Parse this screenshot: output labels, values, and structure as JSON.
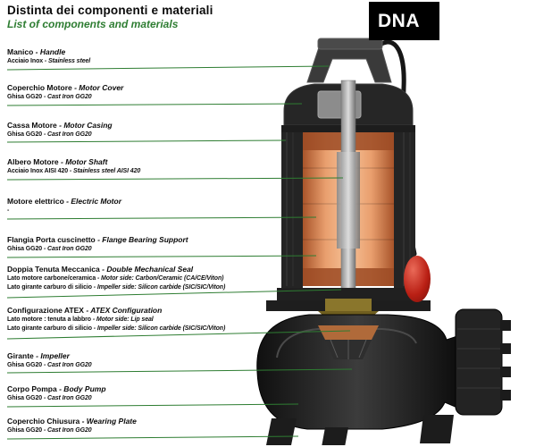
{
  "header": {
    "title": "Distinta dei componenti e materiali",
    "subtitle": "List of components and materials",
    "badge": "DNA"
  },
  "colors": {
    "accent_green": "#2e7d32",
    "badge_bg": "#000000",
    "badge_text": "#ffffff",
    "float_red": "#b91f14"
  },
  "components": [
    {
      "it": "Manico",
      "en": "- Handle",
      "details": [
        {
          "it": "Acciaio Inox",
          "en": "- Stainless steel"
        }
      ]
    },
    {
      "it": "Coperchio Motore",
      "en": "- Motor Cover",
      "details": [
        {
          "it": "Ghisa GG20",
          "en": "- Cast Iron GG20"
        }
      ]
    },
    {
      "it": "Cassa Motore",
      "en": "- Motor Casing",
      "details": [
        {
          "it": "Ghisa GG20",
          "en": "- Cast Iron GG20"
        }
      ]
    },
    {
      "it": "Albero Motore",
      "en": "- Motor Shaft",
      "details": [
        {
          "it": "Acciaio Inox AISI 420",
          "en": "- Stainless steel AISI 420"
        }
      ]
    },
    {
      "it": "Motore elettrico",
      "en": "- Electric Motor",
      "details": [
        {
          "it": "-",
          "en": ""
        }
      ]
    },
    {
      "it": "Flangia Porta cuscinetto",
      "en": "- Flange Bearing Support",
      "details": [
        {
          "it": "Ghisa GG20",
          "en": "- Cast Iron GG20"
        }
      ]
    },
    {
      "it": "Doppia Tenuta Meccanica",
      "en": "- Double Mechanical Seal",
      "details": [
        {
          "it": "Lato motore carbone/ceramica",
          "en": "- Motor side: Carbon/Ceramic (CA/CE/Viton)"
        },
        {
          "it": "Lato girante carburo di silicio",
          "en": "- Impeller side: Silicon carbide (SIC/SIC/Viton)"
        }
      ]
    },
    {
      "it": "Configurazione ATEX",
      "en": "- ATEX Configuration",
      "details": [
        {
          "it": "Lato motore : tenuta a labbro",
          "en": "- Motor side: Lip seal"
        },
        {
          "it": "Lato girante carburo di silicio",
          "en": "- Impeller side: Silicon carbide (SIC/SIC/Viton)"
        }
      ]
    },
    {
      "it": "Girante",
      "en": "- Impeller",
      "details": [
        {
          "it": "Ghisa GG20",
          "en": "- Cast Iron GG20"
        }
      ]
    },
    {
      "it": "Corpo Pompa",
      "en": "- Body Pump",
      "details": [
        {
          "it": "Ghisa GG20",
          "en": "- Cast Iron GG20"
        }
      ]
    },
    {
      "it": "Coperchio Chiusura",
      "en": "- Wearing Plate",
      "details": [
        {
          "it": "Ghisa GG20",
          "en": "- Cast Iron GG20"
        }
      ]
    }
  ]
}
